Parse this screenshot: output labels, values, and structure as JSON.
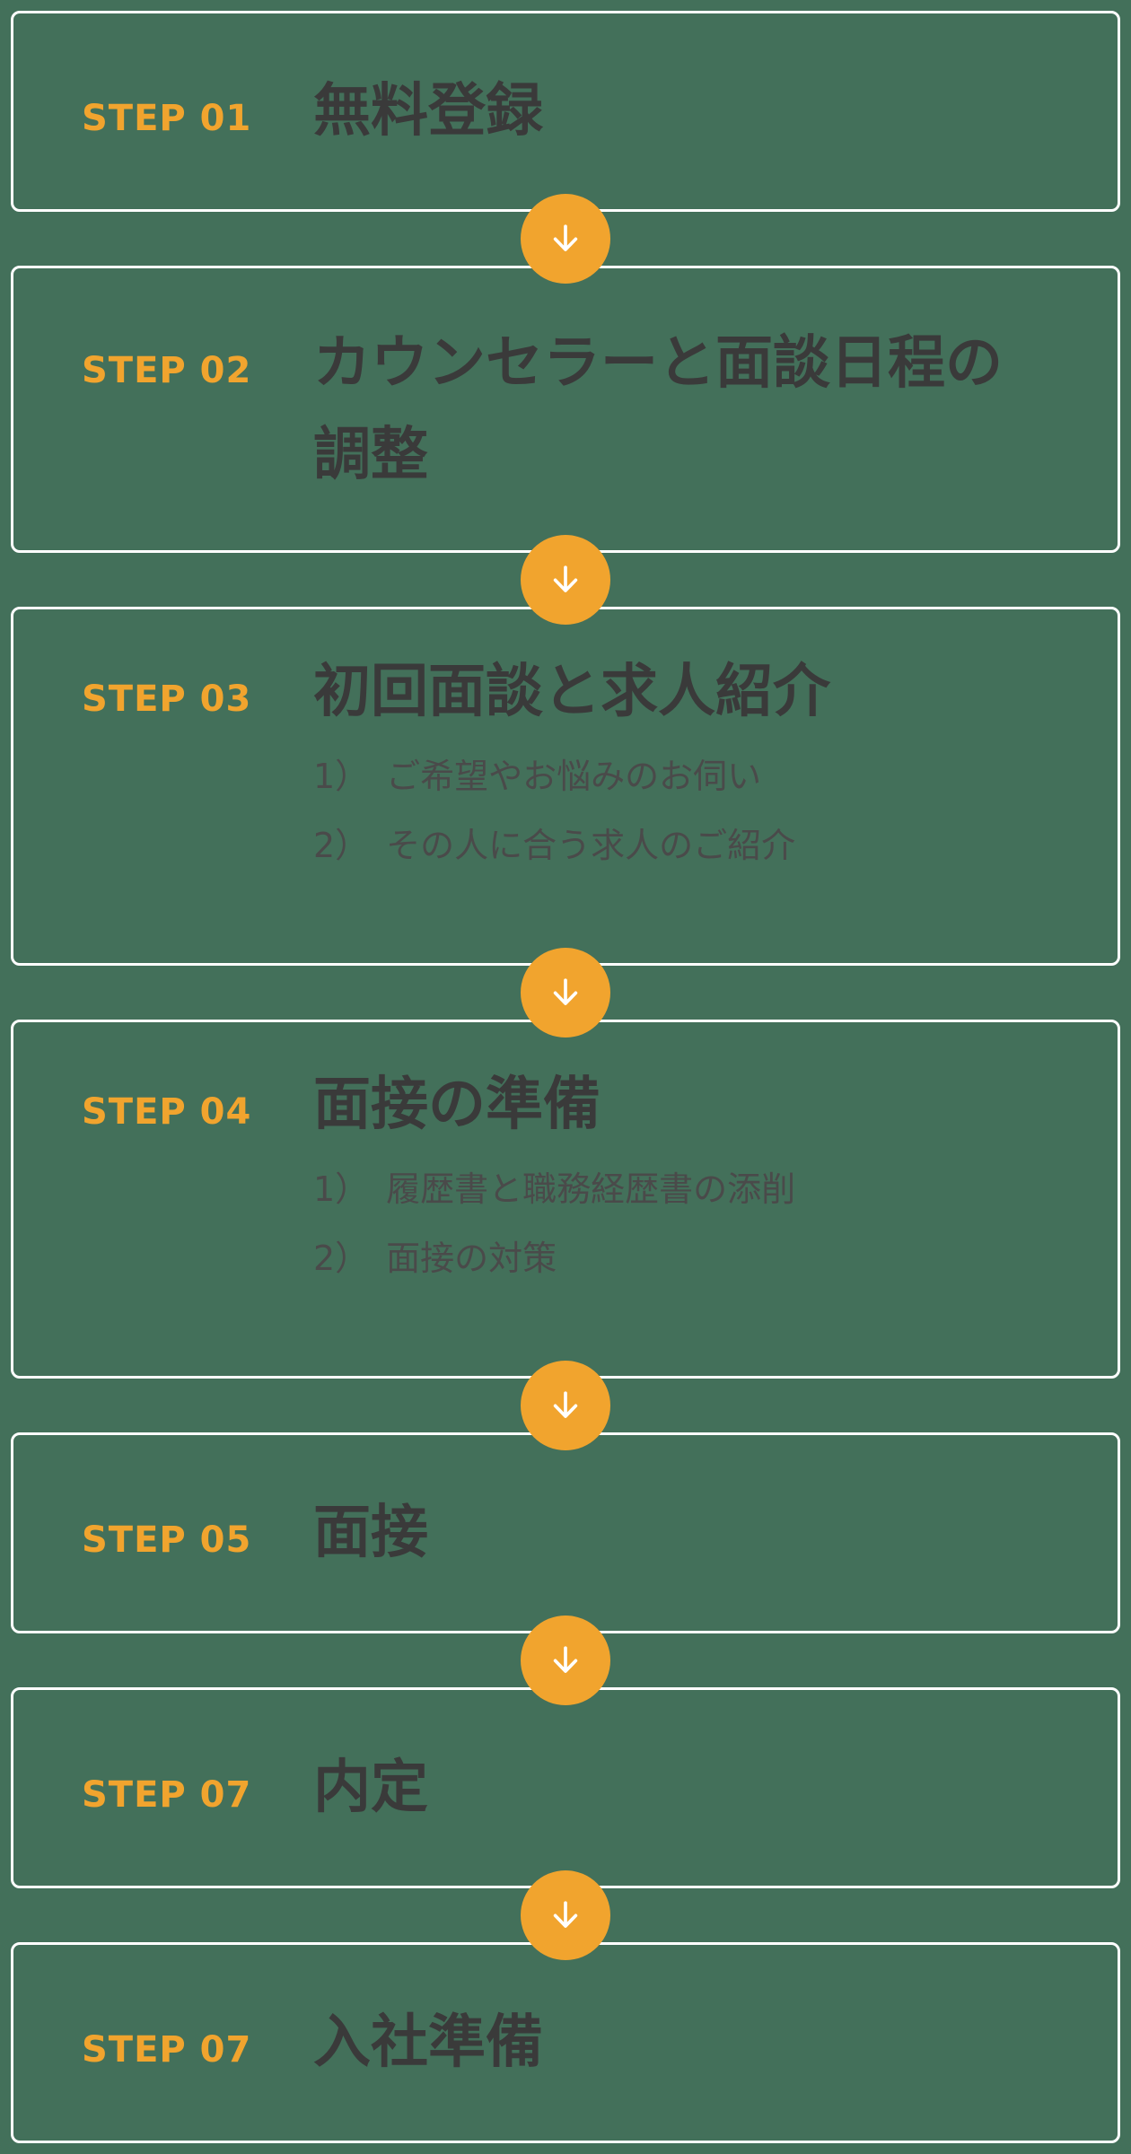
{
  "page": {
    "background_color": "#43705A",
    "accent_color": "#F1A42E",
    "card_border_color": "#FFFFFF",
    "title_color": "#3A3A3A",
    "subitem_color": "#4A4A4A"
  },
  "steps": [
    {
      "label": "STEP 01",
      "title": "無料登録",
      "items": []
    },
    {
      "label": "STEP 02",
      "title": "カウンセラーと面談日程の調整",
      "items": []
    },
    {
      "label": "STEP 03",
      "title": "初回面談と求人紹介",
      "items": [
        "1）　ご希望やお悩みのお伺い",
        "2）　その人に合う求人のご紹介"
      ]
    },
    {
      "label": "STEP 04",
      "title": "面接の準備",
      "items": [
        "1）　履歴書と職務経歴書の添削",
        "2）　面接の対策"
      ]
    },
    {
      "label": "STEP 05",
      "title": "面接",
      "items": []
    },
    {
      "label": "STEP 07",
      "title": "内定",
      "items": []
    },
    {
      "label": "STEP 07",
      "title": "入社準備",
      "items": []
    }
  ]
}
